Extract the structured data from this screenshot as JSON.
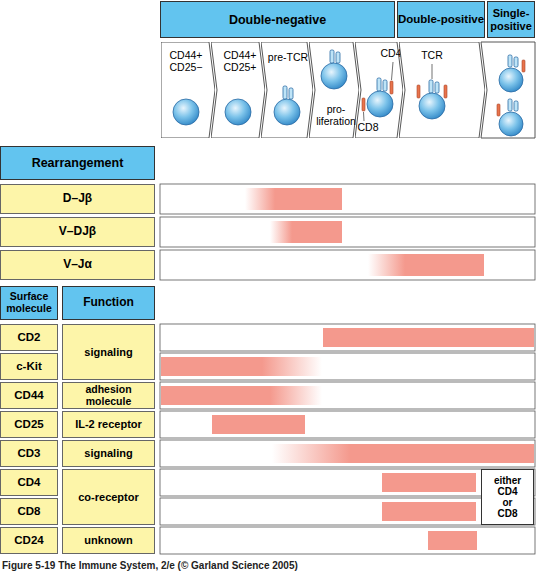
{
  "diagram": {
    "caption": "Figure 5-19 The Immune System, 2/e (© Garland Science 2005)",
    "nodes": [
      {
        "text": [
          "Double-negative"
        ]
      },
      {
        "text": [
          "Double-positive"
        ]
      },
      {
        "text": [
          "Single- positive"
        ]
      },
      {
        "text": [
          "CD44+ CD25−"
        ]
      },
      {
        "text": [
          "CD44+ CD25+"
        ]
      },
      {
        "text": [
          "pre-TCR"
        ]
      },
      {
        "text": [
          "pro- liferation"
        ]
      },
      {
        "text": [
          "CD4",
          "CD8"
        ]
      },
      {
        "text": [
          "TCR"
        ]
      },
      {
        "text": [
          "Rearrangement"
        ]
      },
      {
        "text": [
          "D–Jβ"
        ]
      },
      {
        "text": [
          "V–DJβ"
        ]
      },
      {
        "text": [
          "V–Jα"
        ]
      },
      {
        "text": [
          "Surface molecule"
        ]
      },
      {
        "text": [
          "Function"
        ]
      },
      {
        "text": [
          "CD2"
        ]
      },
      {
        "text": [
          "signaling"
        ]
      },
      {
        "text": [
          "c-Kit"
        ]
      },
      {
        "text": [
          "CD44"
        ]
      },
      {
        "text": [
          "adhesion molecule"
        ]
      },
      {
        "text": [
          "CD25"
        ]
      },
      {
        "text": [
          "IL-2 receptor"
        ]
      },
      {
        "text": [
          "CD3"
        ]
      },
      {
        "text": [
          "signaling"
        ]
      },
      {
        "text": [
          "CD4"
        ]
      },
      {
        "text": [
          "co-receptor"
        ]
      },
      {
        "text": [
          "CD8"
        ]
      },
      {
        "text": [
          "CD24"
        ]
      },
      {
        "text": [
          "unknown"
        ]
      },
      {
        "text": [
          "either CD4 or CD8"
        ]
      }
    ]
  }
}
